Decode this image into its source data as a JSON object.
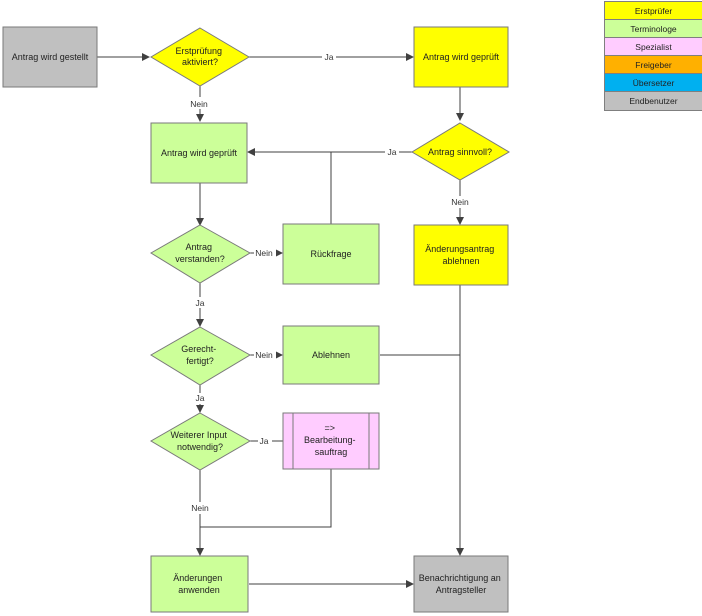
{
  "legend": [
    {
      "label": "Erstprüfer",
      "color": "#ffff00"
    },
    {
      "label": "Terminologe",
      "color": "#ccff99"
    },
    {
      "label": "Spezialist",
      "color": "#ffccff"
    },
    {
      "label": "Freigeber",
      "color": "#ffb000"
    },
    {
      "label": "Übersetzer",
      "color": "#00b0f0"
    },
    {
      "label": "Endbenutzer",
      "color": "#c0c0c0"
    }
  ],
  "colors": {
    "erstpruefer": "#ffff00",
    "terminologe": "#ccff99",
    "spezialist": "#ffccff",
    "endbenutzer": "#c0c0c0",
    "line": "#404040"
  },
  "nodes": {
    "antrag_gestellt": [
      "Antrag wird gestellt"
    ],
    "erstpruefung": [
      "Erstprüfung",
      "aktiviert?"
    ],
    "antrag_geprueft_1": [
      "Antrag wird geprüft"
    ],
    "antrag_sinnvoll": [
      "Antrag sinnvoll?"
    ],
    "antrag_geprueft_2": [
      "Antrag wird geprüft"
    ],
    "aenderungsantrag_ablehnen": [
      "Änderungsantrag",
      "ablehnen"
    ],
    "antrag_verstanden": [
      "Antrag",
      "verstanden?"
    ],
    "rueckfrage": [
      "Rückfrage"
    ],
    "gerechtfertigt": [
      "Gerecht-",
      "fertigt?"
    ],
    "ablehnen": [
      "Ablehnen"
    ],
    "weiterer_input": [
      "Weiterer Input",
      "notwendig?"
    ],
    "bearbeitungsauftrag": [
      "=>",
      "Bearbeitung-",
      "sauftrag"
    ],
    "aenderungen_anwenden": [
      "Änderungen",
      "anwenden"
    ],
    "benachrichtigung": [
      "Benachrichtigung an",
      "Antragsteller"
    ]
  },
  "edge_labels": {
    "erstpruefung_ja": "Ja",
    "erstpruefung_nein": "Nein",
    "sinnvoll_ja": "Ja",
    "sinnvoll_nein": "Nein",
    "verstanden_nein": "Nein",
    "verstanden_ja": "Ja",
    "gerechtfertigt_nein": "Nein",
    "gerechtfertigt_ja": "Ja",
    "input_ja": "Ja",
    "input_nein": "Nein"
  }
}
